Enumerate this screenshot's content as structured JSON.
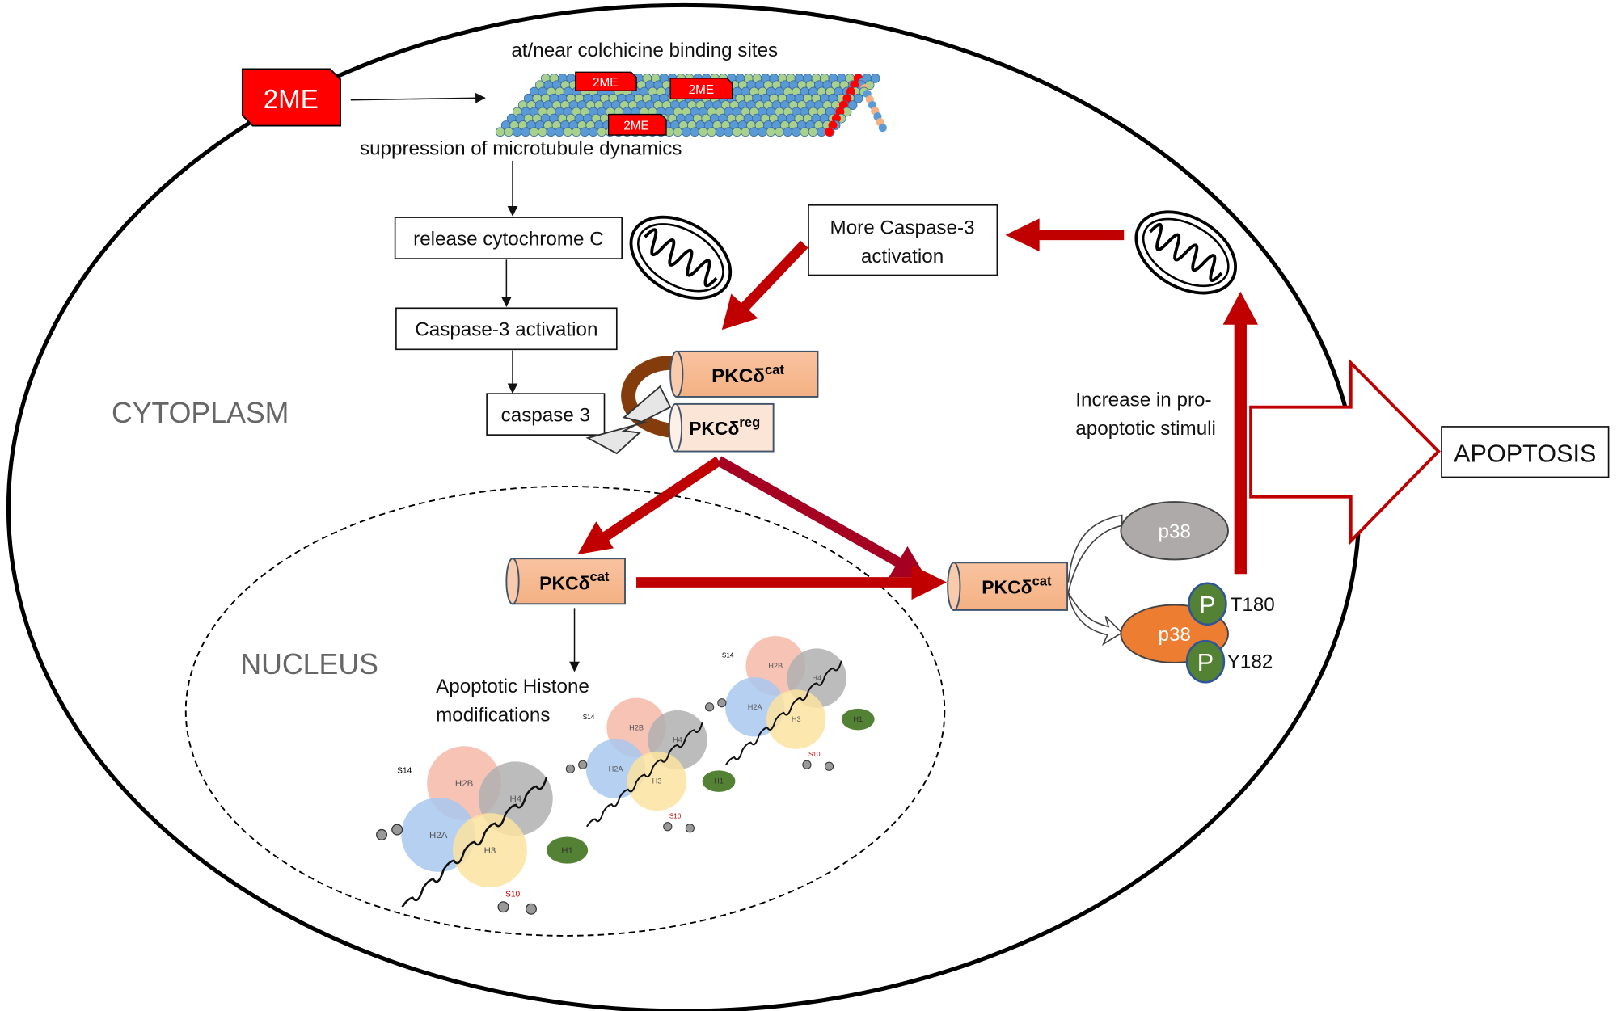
{
  "drug": {
    "label": "2ME",
    "tag_label": "2ME",
    "color": "#ff0000"
  },
  "microtubule": {
    "top_label": "at/near colchicine binding sites",
    "bottom_label": "suppression of microtubule dynamics",
    "colors": {
      "alpha": "#5b9bd5",
      "beta": "#a9d18e",
      "end": "#ff0000",
      "end2": "#f4b183"
    }
  },
  "steps": {
    "cytochrome": "release cytochrome C",
    "caspase_activation": "Caspase-3 activation",
    "caspase3": "caspase 3",
    "more_caspase_line1": "More Caspase-3",
    "more_caspase_line2": "activation"
  },
  "pkc": {
    "base": "PKCδ",
    "cat": "cat",
    "reg": "reg"
  },
  "regions": {
    "cytoplasm": "CYTOPLASM",
    "nucleus": "NUCLEUS"
  },
  "histone": {
    "line1": "Apoptotic Histone",
    "line2": "modifications",
    "labels": [
      "H2B",
      "H4",
      "H2A",
      "H3",
      "H1"
    ],
    "sites": [
      "S14",
      "S10"
    ]
  },
  "p38": {
    "inactive": "p38",
    "active": "p38",
    "phospho": "P",
    "site1": "T180",
    "site2": "Y182"
  },
  "stimuli": {
    "line1": "Increase in pro-",
    "line2": "apoptotic stimuli"
  },
  "outcome": "APOPTOSIS",
  "colors": {
    "arrow_red": "#c00000",
    "arrow_dark": "#a50021",
    "pkc_cat": "#f4b183",
    "pkc_reg": "#fbe5d6",
    "p38_grey": "#aeaaaa",
    "p38_orange": "#ed7d31",
    "phospho_green": "#548235",
    "brown": "#843c0c"
  }
}
